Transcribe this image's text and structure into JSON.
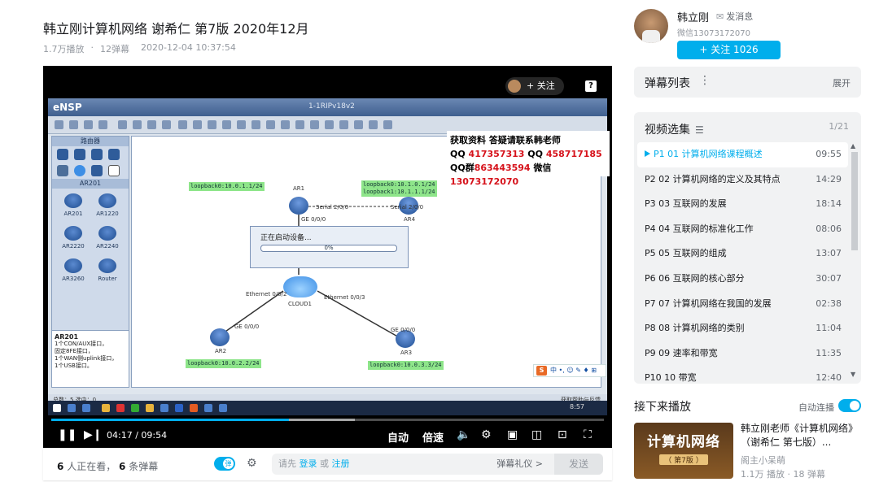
{
  "video": {
    "title": "韩立刚计算机网络 谢希仁 第7版 2020年12月",
    "plays": "1.7万播放",
    "danmaku_count": "12弹幕",
    "date": "2020-12-04 10:37:54"
  },
  "player": {
    "overlay_follow": "+ 关注",
    "screen": {
      "app_name": "eNSP",
      "file_title": "1-1RIPv18v2",
      "promo_line1": "获取资料 答疑请联系韩老师",
      "promo_qq_label": "QQ",
      "promo_qq1": "417357313",
      "promo_qq2_label": "QQ",
      "promo_qq2": "458717185",
      "promo_group_label": "QQ群",
      "promo_group": "863443594",
      "promo_wechat_label": "微信",
      "promo_wechat": "13073172070",
      "left_group_routers": "路由器",
      "left_group_ar201": "AR201",
      "devices": [
        "AR201",
        "AR1220",
        "AR2220",
        "AR2240",
        "AR3260",
        "Router"
      ],
      "info_title": "AR201",
      "info_lines": [
        "1个CON/AUX接口，",
        "固定8FE接口，",
        "1个WAN侧uplink接口，",
        "1个USB接口。"
      ],
      "loading_text": "正在启动设备...",
      "loading_percent": "0%",
      "progress_fraction": 0.0,
      "status_left": "总数：5 选中：0",
      "status_right": "获取帮助与反馈",
      "clock": "8:57",
      "ime_text": "中 •, ☺ ✎ ♦ ⊞",
      "nodes": {
        "ar1": "AR1",
        "ar2": "AR2",
        "ar3": "AR3",
        "ar4": "AR4",
        "cloud": "CLOUD1",
        "serial_a": "Serial 2/0/0",
        "serial_b": "Serial 2/0/0",
        "ge_ar1": "GE 0/0/0",
        "ge_ar2": "GE 0/0/0",
        "ge_ar3": "GE 0/0/0",
        "eth_a": "Ethernet 0/0/2",
        "eth_b": "Ethernet 0/0/3",
        "lb_ar1": "loopback0:10.0.1.1/24",
        "lb_ar4_1": "loopback0:10.1.0.1/24",
        "lb_ar4_2": "loopback1:10.1.1.1/24",
        "lb_ar2": "loopback0:10.0.2.2/24",
        "lb_ar3": "loopback0:10.0.3.3/24"
      }
    },
    "current_time": "04:17",
    "separator": "/",
    "total_time": "09:54",
    "progress_fraction": 0.43,
    "buffer_fraction": 0.55,
    "btn_auto": "自动",
    "btn_speed": "倍速"
  },
  "underbar": {
    "watching_count": "6",
    "watching_label": "人正在看，",
    "danmaku_count": "6",
    "danmaku_label": "条弹幕",
    "input_prefix": "请先",
    "login": "登录",
    "or": "或",
    "register": "注册",
    "etiquette": "弹幕礼仪 >",
    "send": "发送"
  },
  "uploader": {
    "name": "韩立刚",
    "message": "发消息",
    "desc": "微信13073172070",
    "follow": "+  关注 1026"
  },
  "danmaku_list": {
    "title": "弹幕列表",
    "expand": "展开"
  },
  "selection": {
    "title": "视频选集",
    "count": "1/21",
    "episodes": [
      {
        "label": "P1  01 计算机网络课程概述",
        "duration": "09:55"
      },
      {
        "label": "P2  02 计算机网络的定义及其特点",
        "duration": "14:29"
      },
      {
        "label": "P3  03 互联网的发展",
        "duration": "18:14"
      },
      {
        "label": "P4  04 互联网的标准化工作",
        "duration": "08:06"
      },
      {
        "label": "P5  05 互联网的组成",
        "duration": "13:07"
      },
      {
        "label": "P6  06 互联网的核心部分",
        "duration": "30:07"
      },
      {
        "label": "P7  07 计算机网络在我国的发展",
        "duration": "02:38"
      },
      {
        "label": "P8  08 计算机网络的类别",
        "duration": "11:04"
      },
      {
        "label": "P9  09 速率和带宽",
        "duration": "11:35"
      },
      {
        "label": "P10  10 带宽",
        "duration": "12:40"
      }
    ]
  },
  "next": {
    "title": "接下来播放",
    "autoplay": "自动连播",
    "thumb_text1": "计算机网络",
    "thumb_text2": "（ 第7版 ）",
    "rec_title": "韩立刚老师《计算机网络》（谢希仁 第七版）...",
    "rec_up": "阁主小呆萌",
    "rec_stat": "1.1万 播放 · 18 弹幕"
  }
}
